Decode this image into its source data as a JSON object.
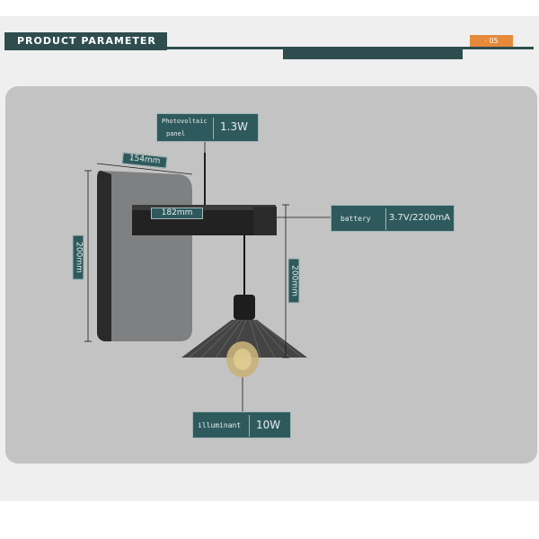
{
  "header": {
    "title": "PRODUCT PARAMETER",
    "badge": "· 05"
  },
  "dimensions": {
    "plate_width": "154mm",
    "plate_height": "200mm",
    "arm_length": "182mm",
    "drop_height": "200mm"
  },
  "specs": {
    "panel_label_line1": "Photovoltaic",
    "panel_label_line2": "panel",
    "panel_value": "1.3W",
    "battery_label": "battery",
    "battery_value": "3.7V/2200mA",
    "illuminant_label": "illuminant",
    "illuminant_value": "10W"
  },
  "colors": {
    "accent": "#2f4d4f",
    "tag": "#2f5a5d",
    "badge": "#e58a3a",
    "panel_bg": "#c3c3c3"
  }
}
